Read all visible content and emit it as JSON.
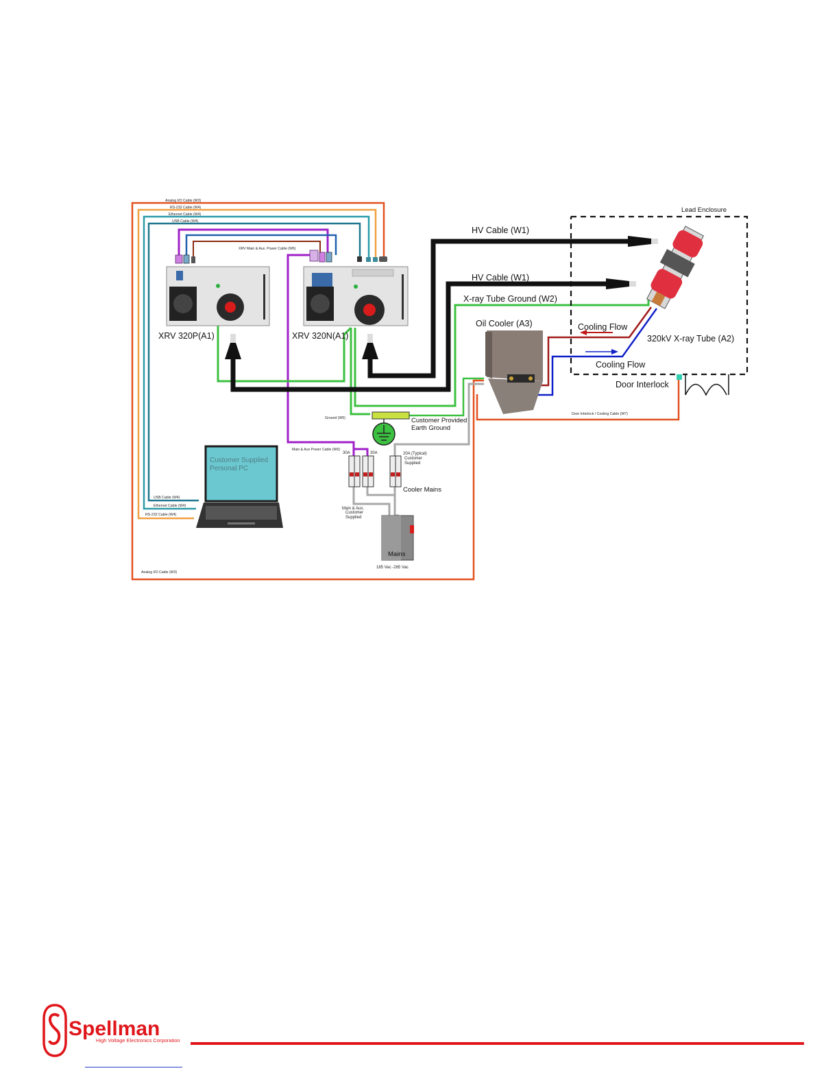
{
  "labels": {
    "lead_enclosure": "Lead Enclosure",
    "hv_cable_1": "HV Cable (W1)",
    "hv_cable_2": "HV Cable (W1)",
    "tube_ground": "X-ray Tube Ground (W2)",
    "oil_cooler": "Oil Cooler (A3)",
    "cooling_flow_1": "Cooling Flow",
    "cooling_flow_2": "Cooling Flow",
    "xray_tube": "320kV X-ray Tube (A2)",
    "door_interlock": "Door Interlock",
    "door_interlock_cable": "Door Interlock / Cooling Cable (W7)",
    "xrv_p": "XRV 320P(A1)",
    "xrv_n": "XRV 320N(A1)",
    "analog_io_top": "Analog I/O Cable (W3)",
    "rs232_top": "RS-232 Cable (W4)",
    "ethernet_top": "Ethernet Cable (W4)",
    "usb_top": "USB Cable (W4)",
    "xrv_power_cable": "XRV Main & Aux. Power Cable (W6)",
    "ground_w5": "Ground (W5)",
    "earth_ground_1": "Customer Provided",
    "earth_ground_2": "Earth Ground",
    "main_aux_power_cable": "Main & Aux Power Cable (W6)",
    "breaker_30a_1": "30A",
    "breaker_30a_2": "30A",
    "breaker_20a_1": "20A (Typical)",
    "breaker_20a_2": "Customer",
    "breaker_20a_3": "Supplied",
    "cooler_mains": "Cooler Mains",
    "main_aux_1": "Main & Aux.",
    "main_aux_2": "Customer",
    "main_aux_3": "Supplied",
    "mains": "Mains",
    "mains_voltage": "185 Vac -265 Vac",
    "pc_1": "Customer Supplied",
    "pc_2": "Personal PC",
    "usb_bottom": "USB Cable (W4)",
    "ethernet_bottom": "Ethernet Cable (W4)",
    "rs232_bottom": "RS-232 Cable (W4)",
    "analog_io_bottom": "Analog I/O Cable (W3)"
  },
  "colors": {
    "analog_io": "#e2501f",
    "rs232": "#f0a040",
    "ethernet": "#2a9aa8",
    "usb": "#207890",
    "power": "#a020c8",
    "hv": "#111111",
    "ground": "#3cc040",
    "cooling_hot": "#a01818",
    "cooling_cold": "#1020c8",
    "mains": "#a8a8a8",
    "brand_red": "#e0161b"
  },
  "footer": {
    "brand": "Spellman",
    "tagline": "High Voltage Electronics Corporation"
  }
}
